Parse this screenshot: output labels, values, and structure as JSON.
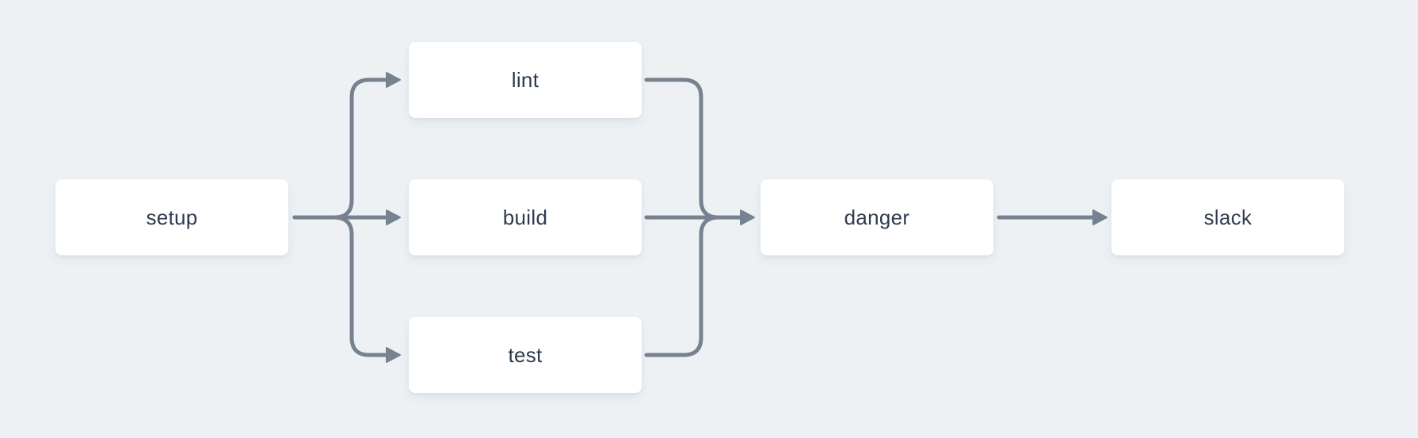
{
  "diagram": {
    "type": "pipeline-flow",
    "colors": {
      "background": "#edf1f4",
      "node_background": "#ffffff",
      "edge": "#76828f",
      "text": "#2d3b4e"
    },
    "nodes": [
      {
        "id": "setup",
        "label": "setup"
      },
      {
        "id": "lint",
        "label": "lint"
      },
      {
        "id": "build",
        "label": "build"
      },
      {
        "id": "test",
        "label": "test"
      },
      {
        "id": "danger",
        "label": "danger"
      },
      {
        "id": "slack",
        "label": "slack"
      }
    ],
    "edges": [
      {
        "from": "setup",
        "to": "lint"
      },
      {
        "from": "setup",
        "to": "build"
      },
      {
        "from": "setup",
        "to": "test"
      },
      {
        "from": "lint",
        "to": "danger"
      },
      {
        "from": "build",
        "to": "danger"
      },
      {
        "from": "test",
        "to": "danger"
      },
      {
        "from": "danger",
        "to": "slack"
      }
    ]
  }
}
